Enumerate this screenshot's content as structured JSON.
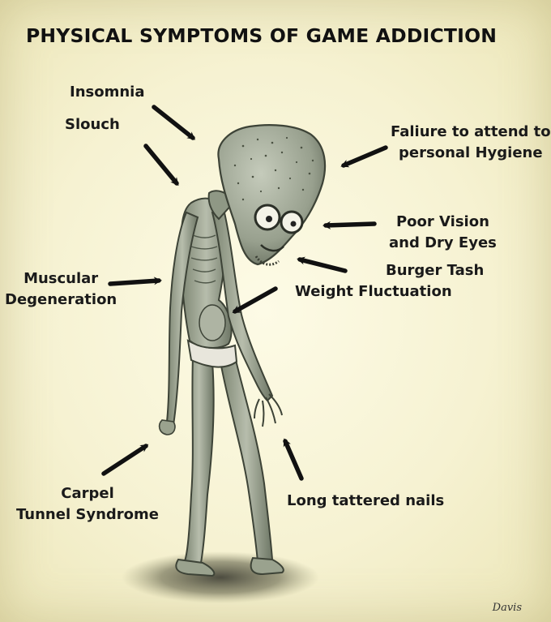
{
  "title": "PHYSICAL SYMPTOMS OF GAME ADDICTION",
  "labels": {
    "insomnia": "Insomnia",
    "slouch": "Slouch",
    "hygiene_line1": "Faliure to attend to",
    "hygiene_line2": "personal Hygiene",
    "vision_line1": "Poor Vision",
    "vision_line2": "and Dry Eyes",
    "burger_tash": "Burger Tash",
    "weight": "Weight Fluctuation",
    "muscular_line1": "Muscular",
    "muscular_line2": "Degeneration",
    "carpel_line1": "Carpel",
    "carpel_line2": "Tunnel Syndrome",
    "nails": "Long tattered nails"
  },
  "signature": "Davis",
  "colors": {
    "background": "#f6f2d2",
    "text": "#1a1a1a",
    "arrow": "#111111",
    "skin": "#9fa796",
    "skin_shadow": "#5f6858"
  }
}
